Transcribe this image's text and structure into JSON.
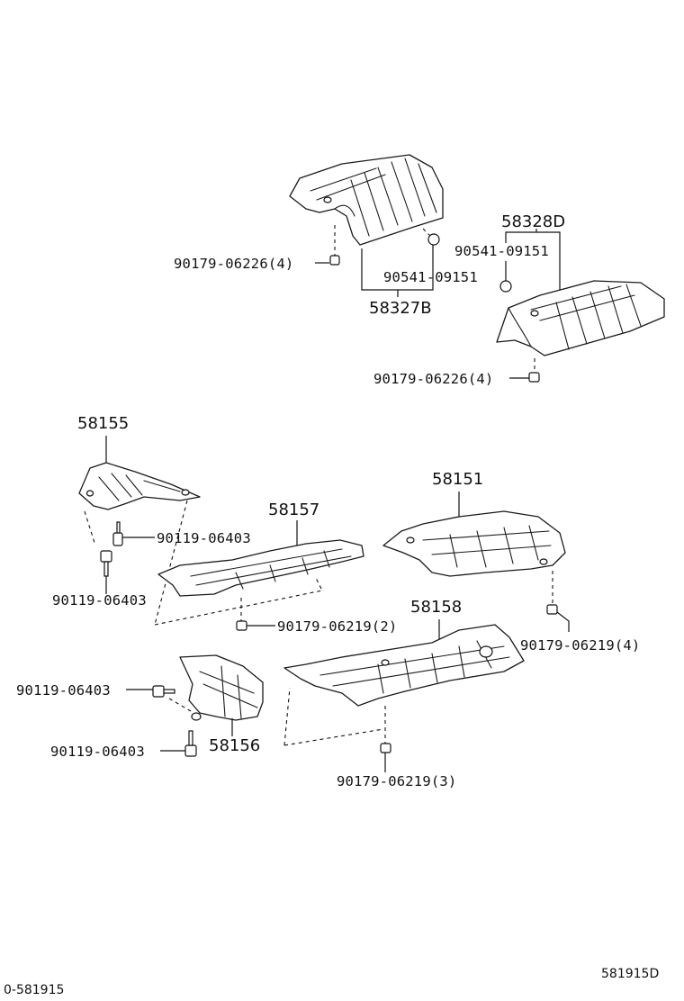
{
  "callouts": {
    "p58327B": "58327B",
    "p58328D": "58328D",
    "p58155": "58155",
    "p58151": "58151",
    "p58157": "58157",
    "p58158": "58158",
    "p58156": "58156",
    "nut_90179_06226_a": "90179-06226(4)",
    "nut_90179_06226_b": "90179-06226(4)",
    "clip_90541_a": "90541-09151",
    "clip_90541_b": "90541-09151",
    "bolt_90119_a": "90119-06403",
    "bolt_90119_b": "90119-06403",
    "bolt_90119_c": "90119-06403",
    "bolt_90119_d": "90119-06403",
    "nut_90179_06219_2": "90179-06219(2)",
    "nut_90179_06219_4": "90179-06219(4)",
    "nut_90179_06219_3": "90179-06219(3)"
  },
  "footer": {
    "ref_code": "0-581915",
    "figure_code": "581915D"
  }
}
